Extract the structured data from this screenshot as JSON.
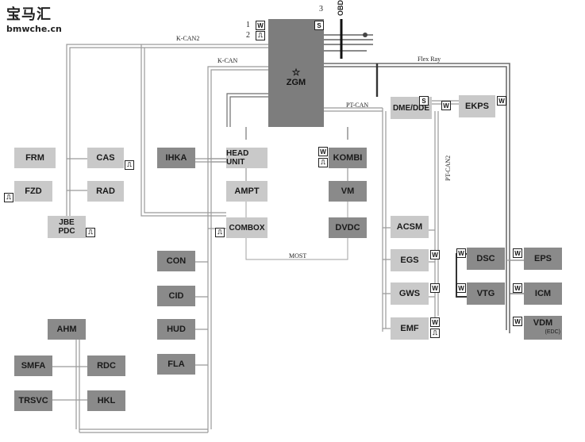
{
  "watermark": {
    "logo": "宝马汇",
    "site": "bmwche.cn"
  },
  "labels": {
    "k_can2": "K-CAN2",
    "k_can": "K-CAN",
    "flex_ray": "Flex Ray",
    "pt_can": "PT-CAN",
    "pt_can2": "PT-CAN2",
    "most": "MOST",
    "obd": "OBD",
    "num1": "1",
    "num2": "2",
    "num3": "3"
  },
  "modules": {
    "zgm": "ZGM",
    "frm": "FRM",
    "cas": "CAS",
    "fzd": "FZD",
    "rad": "RAD",
    "jbe": "JBE",
    "pdc": "PDC",
    "ihka": "IHKA",
    "head_unit": "HEAD UNIT",
    "ampt": "AMPT",
    "combox": "COMBOX",
    "kombi": "KOMBI",
    "vm": "VM",
    "dvdc": "DVDC",
    "dme": "DME/DDE",
    "ekps": "EKPS",
    "acsm": "ACSM",
    "egs": "EGS",
    "gws": "GWS",
    "emf": "EMF",
    "dsc": "DSC",
    "eps": "EPS",
    "vtg": "VTG",
    "icm": "ICM",
    "vdm": "VDM",
    "vdm_sub": "(EDC)",
    "con": "CON",
    "cid": "CID",
    "hud": "HUD",
    "fla": "FLA",
    "ahm": "AHM",
    "smfa": "SMFA",
    "rdc": "RDC",
    "trsvc": "TRSVC",
    "hkl": "HKL"
  },
  "tags": {
    "w": "W",
    "s": "S",
    "wake": "⎍"
  },
  "colors": {
    "light": "#c9c9c9",
    "dark": "#8a8a8a",
    "zgm": "#7d7d7d",
    "line": "#555555"
  }
}
